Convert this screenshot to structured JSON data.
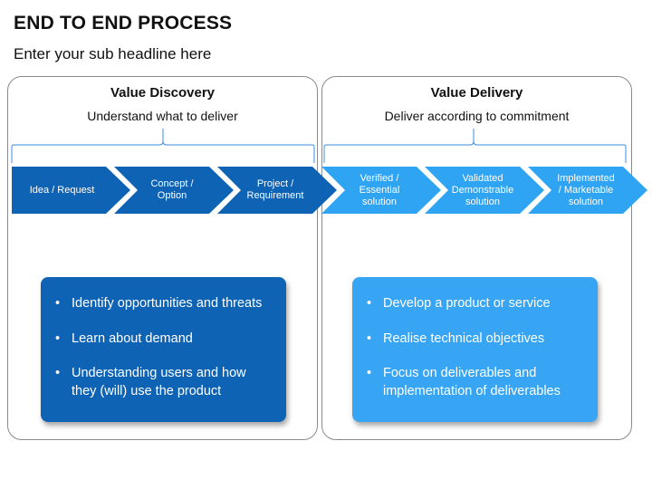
{
  "header": {
    "title": "END TO END PROCESS",
    "subtitle": "Enter your sub headline here"
  },
  "phases": [
    {
      "title": "Value Discovery",
      "subtitle": "Understand what to deliver"
    },
    {
      "title": "Value Delivery",
      "subtitle": "Deliver according to commitment"
    }
  ],
  "steps": [
    {
      "label": "Idea / Request"
    },
    {
      "label": "Concept /\nOption"
    },
    {
      "label": "Project /\nRequirement"
    },
    {
      "label": "Verified /\nEssential\nsolution"
    },
    {
      "label": "Validated\nDemonstrable\nsolution"
    },
    {
      "label": "Implemented\n/ Marketable\nsolution"
    }
  ],
  "boxes": [
    {
      "bullets": [
        "Identify opportunities and threats",
        "Learn about demand",
        "Understanding users and how\nthey (will) use the product"
      ]
    },
    {
      "bullets": [
        "Develop a product or service",
        "Realise technical objectives",
        "Focus on deliverables and\nimplementation of deliverables"
      ]
    }
  ],
  "colors": {
    "dark_blue": "#0f63b4",
    "light_blue": "#2fa4f3",
    "brace": "#3b8ee0"
  }
}
